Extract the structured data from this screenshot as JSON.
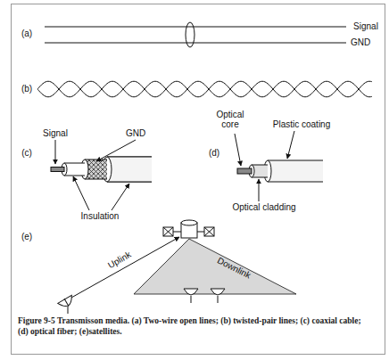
{
  "diagram": {
    "caption": "Figure 9-5 Transmisson media. (a) Two-wire open lines; (b) twisted-pair lines; (c) coaxial cable; (d) optical fiber; (e)satellites.",
    "labels": [
      "(a)",
      "Signal",
      "GND",
      "(b)",
      "(c)",
      "Signal",
      "GND",
      "Insulation",
      "(d)",
      "Optical core",
      "Plastic coating",
      "Optical cladding",
      "(e)",
      "Uplink",
      "Downlink"
    ]
  }
}
